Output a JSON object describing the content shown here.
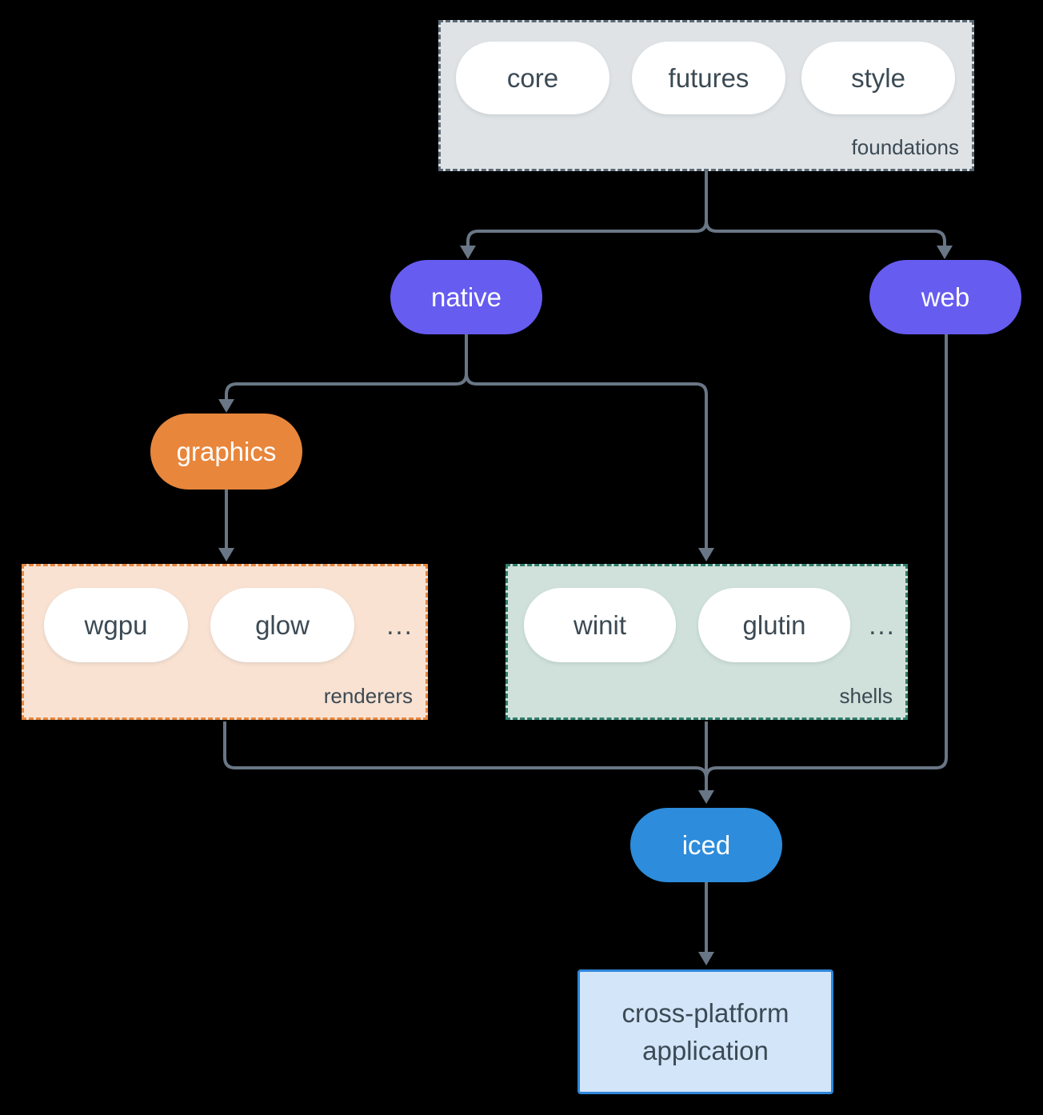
{
  "diagram": {
    "foundations": {
      "label": "foundations",
      "pills": [
        "core",
        "futures",
        "style"
      ]
    },
    "native": {
      "label": "native"
    },
    "web": {
      "label": "web"
    },
    "graphics": {
      "label": "graphics"
    },
    "renderers": {
      "label": "renderers",
      "pills": [
        "wgpu",
        "glow"
      ],
      "more": "..."
    },
    "shells": {
      "label": "shells",
      "pills": [
        "winit",
        "glutin"
      ],
      "more": "..."
    },
    "iced": {
      "label": "iced"
    },
    "application": {
      "line1": "cross-platform",
      "line2": "application"
    }
  },
  "colors": {
    "bg": "#000000",
    "line": "#697685",
    "ink": "#3B4A54",
    "pill": "#FFFFFF",
    "purple": "#665CF0",
    "orange": "#E8863C",
    "blue": "#2D8CDB",
    "foundations-fill": "#DFE3E6",
    "foundations-border": "#5C6A77",
    "renderers-fill": "#F9E2D2",
    "renderers-border": "#E8863C",
    "shells-fill": "#CFE1DA",
    "shells-border": "#2F7D6C",
    "app-fill": "#D3E5F8",
    "app-border": "#2E86D8"
  }
}
